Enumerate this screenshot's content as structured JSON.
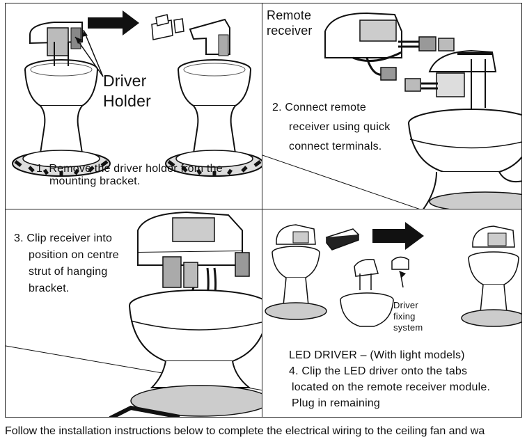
{
  "panels": {
    "step1": {
      "callout_line1": "Driver",
      "callout_line2": "Holder",
      "instruction_line1": "1. Remove the driver holder from the",
      "instruction_line2": "mounting bracket."
    },
    "step2": {
      "label_line1": "Remote",
      "label_line2": "receiver",
      "instruction_line1": "2. Connect remote",
      "instruction_line2": "receiver using quick",
      "instruction_line3": "connect terminals."
    },
    "step3": {
      "instruction_line1": "3. Clip receiver into",
      "instruction_line2": "position on centre",
      "instruction_line3": "strut of hanging",
      "instruction_line4": "bracket."
    },
    "step4": {
      "callout_line1": "Driver",
      "callout_line2": "fixing",
      "callout_line3": "system",
      "heading": "LED DRIVER – (With light models)",
      "instruction_line1": "4. Clip the LED driver onto the tabs",
      "instruction_line2": "located on the remote receiver module.",
      "instruction_line3": "Plug in remaining"
    }
  },
  "footer": {
    "text": "Follow the installation instructions below to complete the electrical wiring to the ceiling fan and wa"
  }
}
